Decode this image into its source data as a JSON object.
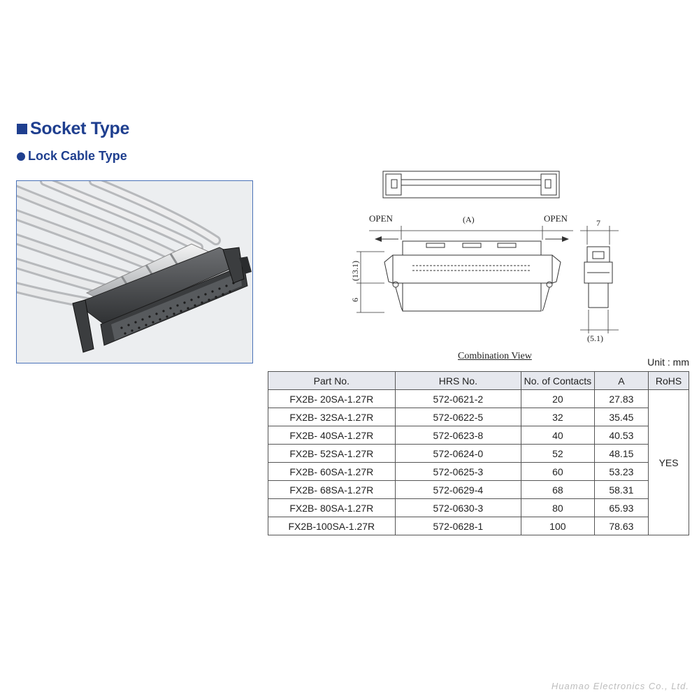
{
  "section": {
    "title": "Socket Type",
    "subtitle": "Lock Cable Type"
  },
  "drawing": {
    "label_open_left": "OPEN",
    "label_open_right": "OPEN",
    "label_a": "(A)",
    "label_height": "(13.1)",
    "label_six": "6",
    "label_seven": "7",
    "label_width": "(5.1)"
  },
  "caption": "Combination View",
  "unit": "Unit : mm",
  "table": {
    "headers": [
      "Part No.",
      "HRS No.",
      "No. of Contacts",
      "A",
      "RoHS"
    ],
    "rows": [
      {
        "part": "FX2B-  20SA-1.27R",
        "hrs": "572-0621-2",
        "contacts": "20",
        "a": "27.83"
      },
      {
        "part": "FX2B-  32SA-1.27R",
        "hrs": "572-0622-5",
        "contacts": "32",
        "a": "35.45"
      },
      {
        "part": "FX2B-  40SA-1.27R",
        "hrs": "572-0623-8",
        "contacts": "40",
        "a": "40.53"
      },
      {
        "part": "FX2B-  52SA-1.27R",
        "hrs": "572-0624-0",
        "contacts": "52",
        "a": "48.15"
      },
      {
        "part": "FX2B-  60SA-1.27R",
        "hrs": "572-0625-3",
        "contacts": "60",
        "a": "53.23"
      },
      {
        "part": "FX2B-  68SA-1.27R",
        "hrs": "572-0629-4",
        "contacts": "68",
        "a": "58.31"
      },
      {
        "part": "FX2B-  80SA-1.27R",
        "hrs": "572-0630-3",
        "contacts": "80",
        "a": "65.93"
      },
      {
        "part": "FX2B-100SA-1.27R",
        "hrs": "572-0628-1",
        "contacts": "100",
        "a": "78.63"
      }
    ],
    "rohs": "YES"
  },
  "watermark": "Huamao Electronics Co., Ltd.",
  "colors": {
    "heading": "#1f3f8f",
    "frame": "#4a72b8",
    "header_bg": "#e6e8ee"
  }
}
